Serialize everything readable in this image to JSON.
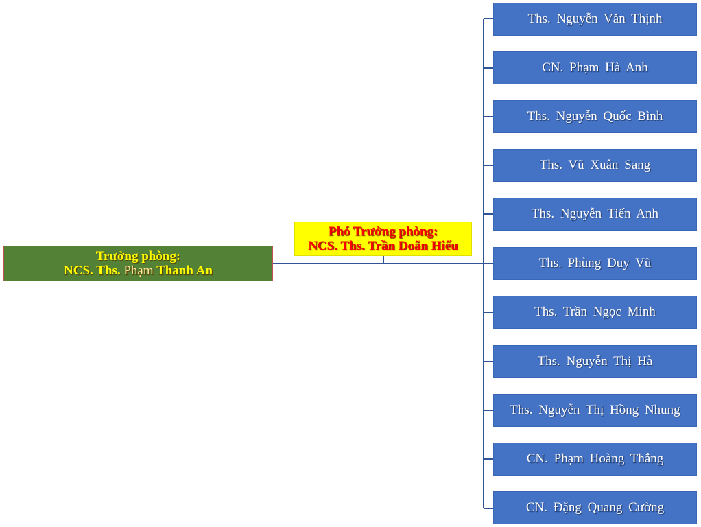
{
  "head": {
    "title": "Trưởng phòng:",
    "name_prefix": "NCS. Ths.",
    "name_mid": "Phạm",
    "name_suffix": "Thanh An"
  },
  "deputy": {
    "title": "Phó Trưởng phòng:",
    "name": "NCS. Ths. Trần Doãn Hiếu"
  },
  "staff": [
    "Ths. Nguyễn Văn Thịnh",
    "CN. Phạm Hà Anh",
    "Ths. Nguyễn Quốc Bình",
    "Ths. Vũ Xuân Sang",
    "Ths. Nguyễn Tiến Anh",
    "Ths. Phùng Duy Vũ",
    "Ths. Trần Ngọc Minh",
    "Ths. Nguyễn Thị Hà",
    "Ths. Nguyễn Thị Hồng Nhung",
    "CN. Phạm Hoàng Thắng",
    "CN. Đặng Quang Cường"
  ],
  "colors": {
    "head_fill": "#538135",
    "head_text": "#ffff00",
    "deputy_fill": "#ffff00",
    "deputy_text": "#ff0000",
    "staff_fill": "#4472c4",
    "connector": "#2f5597"
  }
}
